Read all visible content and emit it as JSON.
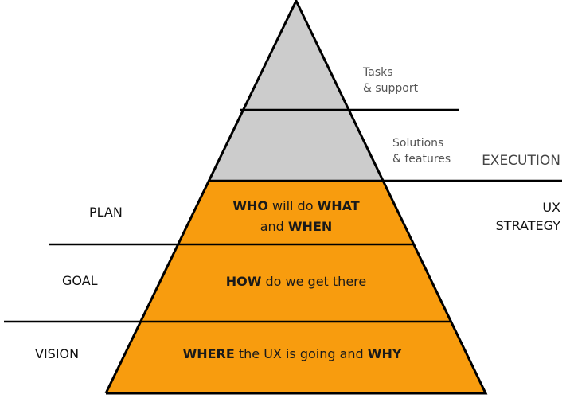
{
  "colors": {
    "strategy_fill": "#F89C0E",
    "execution_fill": "#CCCCCC",
    "stroke": "#000000"
  },
  "execution": {
    "label": "EXECUTION",
    "tasks": {
      "line1": "Tasks",
      "line2": "& support"
    },
    "solutions": {
      "line1": "Solutions",
      "line2": "& features"
    }
  },
  "strategy": {
    "line1": "UX",
    "line2": "STRATEGY"
  },
  "levels": {
    "plan": {
      "label": "PLAN",
      "t1": "WHO",
      "t2": " will do ",
      "t3": "WHAT",
      "t4": "and ",
      "t5": "WHEN"
    },
    "goal": {
      "label": "GOAL",
      "t1": "HOW",
      "t2": " do we get there"
    },
    "vision": {
      "label": "VISION",
      "t1": "WHERE",
      "t2": " the UX is going and ",
      "t3": "WHY"
    }
  }
}
